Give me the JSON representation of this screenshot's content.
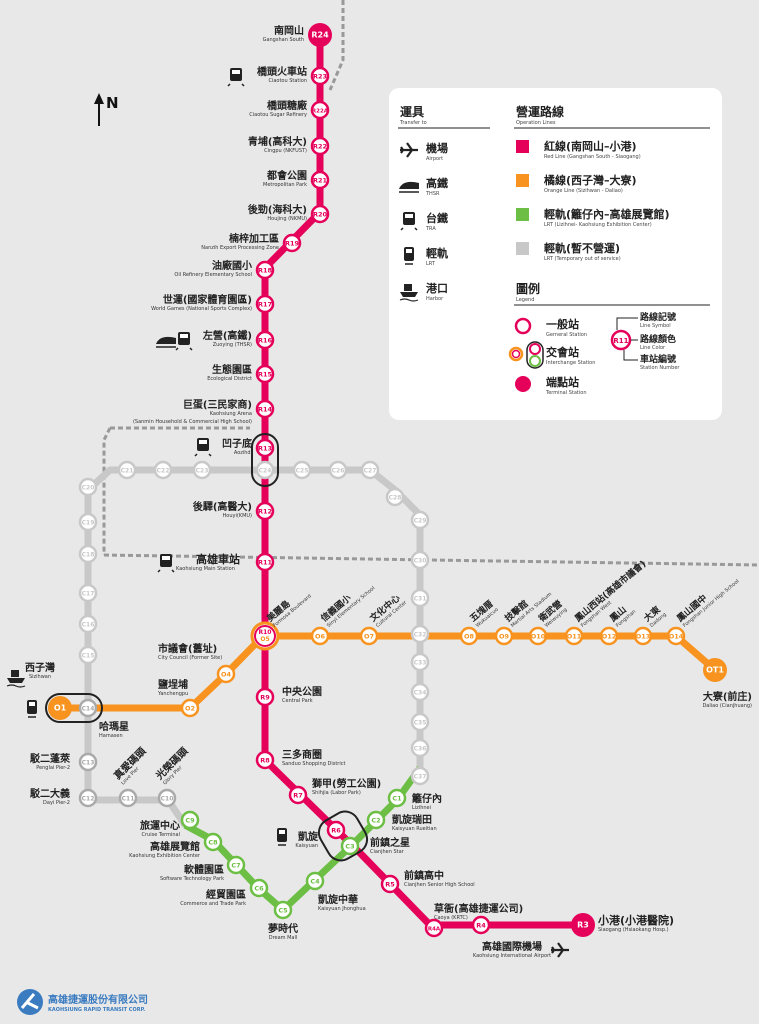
{
  "north_label": "N",
  "colors": {
    "red": "#e5005a",
    "orange": "#f7931e",
    "green": "#6cbf44",
    "gray": "#c8c8c8",
    "background": "#e8e8e8"
  },
  "stations_red": [
    {
      "code": "R24",
      "zh": "南岡山",
      "en": "Gangshan South"
    },
    {
      "code": "R23",
      "zh": "橋頭火車站",
      "en": "Ciaotou Station"
    },
    {
      "code": "R22A",
      "zh": "橋頭糖廠",
      "en": "Ciaotou Sugar Refinery"
    },
    {
      "code": "R22",
      "zh": "青埔(高科大)",
      "en": "Cingpu (NKFUST)"
    },
    {
      "code": "R21",
      "zh": "都會公園",
      "en": "Metropolitan Park"
    },
    {
      "code": "R20",
      "zh": "後勁(海科大)",
      "en": "Houjing (NKMU)"
    },
    {
      "code": "R19",
      "zh": "楠梓加工區",
      "en": "Nanzih Export Processing Zone"
    },
    {
      "code": "R18",
      "zh": "油廠國小",
      "en": "Oil Refinery Elementary School"
    },
    {
      "code": "R17",
      "zh": "世運(國家體育園區)",
      "en": "World Games (National Sports Complex)"
    },
    {
      "code": "R16",
      "zh": "左營(高鐵)",
      "en": "Zuoying (THSR)"
    },
    {
      "code": "R15",
      "zh": "生態園區",
      "en": "Ecological District"
    },
    {
      "code": "R14",
      "zh": "巨蛋(三民家商)",
      "en": "Kaohsiung Arena"
    },
    {
      "code": "R13",
      "zh": "凹子底",
      "en": "Aozihdi"
    },
    {
      "code": "R12",
      "zh": "後驛(高醫大)",
      "en": "Houyi(KMU)"
    },
    {
      "code": "R11",
      "zh": "高雄車站",
      "en": "Kaohsiung Main Station"
    },
    {
      "code": "R9",
      "zh": "中央公園",
      "en": "Central Park"
    },
    {
      "code": "R8",
      "zh": "三多商圈",
      "en": "Sanduo Shopping District"
    },
    {
      "code": "R7",
      "zh": "獅甲(勞工公園)",
      "en": "Shihjia (Labor Park)"
    },
    {
      "code": "R6",
      "zh": "凱旋",
      "en": "Kaisyuan"
    },
    {
      "code": "R5",
      "zh": "前鎮高中",
      "en": "Cianjhen Senior High School"
    },
    {
      "code": "R4A",
      "zh": "草衙(高雄捷運公司)",
      "en": "Caoya (KRTC)"
    },
    {
      "code": "R4",
      "zh": "高雄國際機場",
      "en": "Kaohsiung International Airport"
    },
    {
      "code": "R3",
      "zh": "小港(小港醫院)",
      "en": "Siaogang (Hsiaokang Hosp.)"
    }
  ],
  "arena_extra_en": "(Sanmin Household & Commercial High School)",
  "formosa": {
    "code_r": "R10",
    "code_o": "O5",
    "zh": "美麗島",
    "en": "Formosa Boulevard"
  },
  "stations_orange": [
    {
      "code": "O1",
      "zh": "西子灣",
      "en": "Sizihwan"
    },
    {
      "code": "O2",
      "zh": "鹽埕埔",
      "en": "Yanchengpu"
    },
    {
      "code": "O4",
      "zh": "市議會(舊址)",
      "en": "City Council (Former Site)"
    },
    {
      "code": "O6",
      "zh": "信義國小",
      "en": "Sinyi Elementary School"
    },
    {
      "code": "O7",
      "zh": "文化中心",
      "en": "Cultural Center"
    },
    {
      "code": "O8",
      "zh": "五塊厝",
      "en": "Wukuaicuo"
    },
    {
      "code": "O9",
      "zh": "技擊館",
      "en": "Martial Arts Stadium"
    },
    {
      "code": "O10",
      "zh": "衛武營",
      "en": "Weiwuying"
    },
    {
      "code": "O11",
      "zh": "鳳山西站(高雄市議會)",
      "en": "Fongshan West"
    },
    {
      "code": "O12",
      "zh": "鳳山",
      "en": "Fongshan"
    },
    {
      "code": "O13",
      "zh": "大東",
      "en": "Dadong"
    },
    {
      "code": "O14",
      "zh": "鳳山國中",
      "en": "Fongshan Junior High School"
    },
    {
      "code": "OT1",
      "zh": "大寮(前庄)",
      "en": "Daliao (Cianjhuang)"
    }
  ],
  "stations_green": [
    {
      "code": "C1",
      "zh": "籬仔內",
      "en": "Lizihnei"
    },
    {
      "code": "C2",
      "zh": "凱旋瑞田",
      "en": "Kaisyuan Rueitian"
    },
    {
      "code": "C3",
      "zh": "前鎮之星",
      "en": "Cianjhen Star"
    },
    {
      "code": "C4",
      "zh": "凱旋中華",
      "en": "Kaisyuan Jhonghua"
    },
    {
      "code": "C5",
      "zh": "夢時代",
      "en": "Dream Mall"
    },
    {
      "code": "C6",
      "zh": "經貿園區",
      "en": "Commerce and Trade Park"
    },
    {
      "code": "C7",
      "zh": "軟體園區",
      "en": "Software Technology Park"
    },
    {
      "code": "C8",
      "zh": "高雄展覽館",
      "en": "Kaohsiung Exhibition Center"
    },
    {
      "code": "C9",
      "zh": "旅運中心",
      "en": "Cruise Terminal"
    }
  ],
  "stations_gray": [
    {
      "code": "C10",
      "zh": "光榮碼頭",
      "en": "Glory Pier"
    },
    {
      "code": "C11",
      "zh": "真愛碼頭",
      "en": "Love Pier"
    },
    {
      "code": "C12",
      "zh": "駁二大義",
      "en": "Dayi Pier-2"
    },
    {
      "code": "C13",
      "zh": "駁二蓬萊",
      "en": "Penglai Pier-2"
    },
    {
      "code": "C14",
      "zh": "哈瑪星",
      "en": "Hamasen"
    }
  ],
  "gray_codes": [
    "C15",
    "C16",
    "C17",
    "C18",
    "C19",
    "C20",
    "C21",
    "C22",
    "C23",
    "C24",
    "C25",
    "C26",
    "C27",
    "C28",
    "C29",
    "C30",
    "C31",
    "C32",
    "C33",
    "C34",
    "C35",
    "C36",
    "C37"
  ],
  "main_station_zh": "高雄車站",
  "legend": {
    "transport_title": "運具",
    "transport_en": "Transfer to",
    "transport": [
      {
        "icon": "airport-icon",
        "zh": "機場",
        "en": "Airport"
      },
      {
        "icon": "thsr-icon",
        "zh": "高鐵",
        "en": "THSR"
      },
      {
        "icon": "tra-icon",
        "zh": "台鐵",
        "en": "TRA"
      },
      {
        "icon": "lrt-icon",
        "zh": "輕軌",
        "en": "LRT"
      },
      {
        "icon": "harbor-icon",
        "zh": "港口",
        "en": "Harbor"
      }
    ],
    "lines_title": "營運路線",
    "lines_en": "Operation Lines",
    "lines": [
      {
        "color": "#e5005a",
        "zh": "紅線(南岡山–小港)",
        "en": "Red Line (Gangshan South - Siaogang)"
      },
      {
        "color": "#f7931e",
        "zh": "橘線(西子灣–大寮)",
        "en": "Orange Line (Sizihwan - Daliao)"
      },
      {
        "color": "#6cbf44",
        "zh": "輕軌(籬仔內–高雄展覽館)",
        "en": "LRT (Lizihnei- Kaohsiung Exhibition Center)"
      },
      {
        "color": "#c8c8c8",
        "zh": "輕軌(暫不營運)",
        "en": "LRT (Temporary out of service)"
      }
    ],
    "legend_title": "圖例",
    "legend_en": "Legend",
    "items": [
      {
        "zh": "一般站",
        "en": "Gerneral Station"
      },
      {
        "zh": "交會站",
        "en": "Interchange Station"
      },
      {
        "zh": "端點站",
        "en": "Terminal Station"
      }
    ],
    "symbol_code": "R11",
    "symbol_notes": [
      {
        "zh": "路線記號",
        "en": "Line Symbol"
      },
      {
        "zh": "路線顏色",
        "en": "Line Color"
      },
      {
        "zh": "車站編號",
        "en": "Station Number"
      }
    ]
  },
  "logo": {
    "zh": "高雄捷運股份有限公司",
    "en": "KAOHSIUNG RAPID TRANSIT CORP."
  }
}
